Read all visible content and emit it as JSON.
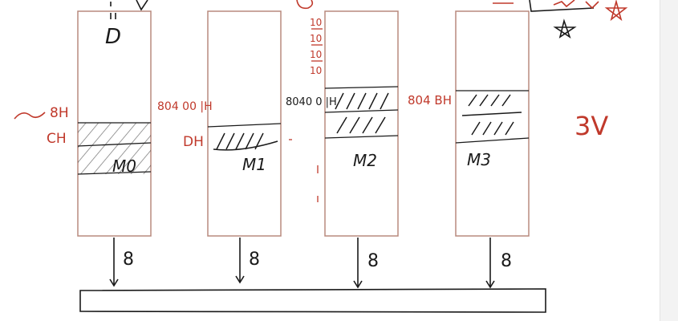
{
  "colors": {
    "ink": "#1a1a1a",
    "red_ink": "#c0392b",
    "box_stroke": "#b88a7e"
  },
  "modules": [
    {
      "name": "M0",
      "top_label": "D"
    },
    {
      "name": "M1"
    },
    {
      "name": "M2"
    },
    {
      "name": "M3"
    }
  ],
  "bus_width_labels": [
    "8",
    "8",
    "8",
    "8"
  ],
  "red_annotations": {
    "m0_address_high": "8H",
    "m0_address_low": "CH",
    "m1_address_high": "804 00 |H",
    "m1_address_low": "DH",
    "m2_address": "8040 0 |H",
    "m2_stack": [
      "10",
      "10",
      "10",
      "10"
    ],
    "m3_address": "804 BH",
    "right_note": "3V"
  },
  "icons": {
    "star": "star-icon"
  }
}
